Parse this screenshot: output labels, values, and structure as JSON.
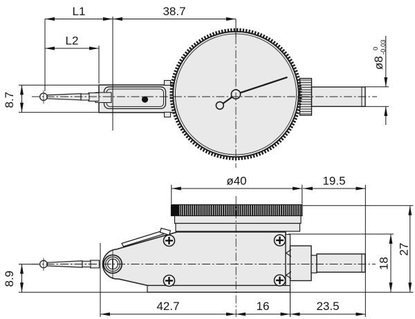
{
  "meta": {
    "type": "technical-dimension-drawing",
    "subject": "dial test indicator, front view and side view with dimensions"
  },
  "colors": {
    "background": "#ffffff",
    "outline": "#1c1c1c",
    "part_fill": "#e9e9e9",
    "knurl_dark": "#111111",
    "dimension": "#141414"
  },
  "front_view": {
    "dims": {
      "l1": "L1",
      "l2": "L2",
      "length_to_dial_center": "38.7",
      "body_height": "8.7",
      "stem_dia": "ø8",
      "stem_tol_upper": "0",
      "stem_tol_lower": "-0.03"
    }
  },
  "side_view": {
    "dims": {
      "bezel_dia": "ø40",
      "stem_length": "19.5",
      "overall_height": "27",
      "rear_height": "18",
      "tip_height": "8.9",
      "front_length": "42.7",
      "middle_length": "16",
      "rear_length": "23.5"
    }
  }
}
